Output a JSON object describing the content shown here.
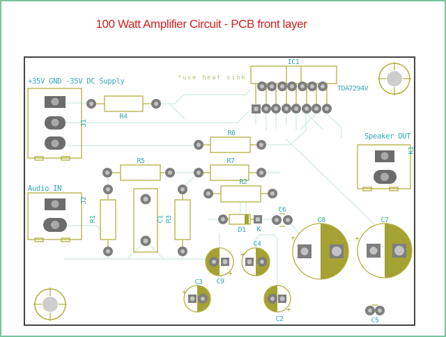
{
  "title": "100 Watt Amplifier Circuit - PCB front layer",
  "colors": {
    "frame_green": "#79c49b",
    "title_red": "#d32020",
    "silkscreen_olive": "#b2af3e",
    "capacitor_fill_olive": "#a4a233",
    "label_cyan": "#35a9b5",
    "note_green": "#b4c480",
    "trace_teal": "#d5ebe7",
    "board_border_gray": "#454545",
    "pad_gray": "#7e7e7e"
  },
  "labels": {
    "power": "+35V GND -35V DC Supply",
    "audio_in": "Audio IN",
    "speaker_out": "Speaker OUT",
    "heat_sink_note": "*use heat sink",
    "ic_ref": "IC1",
    "ic_part": "TDA7294V",
    "j1": "J1",
    "j2": "J2",
    "k1": "K1",
    "r1": "R1",
    "r2": "R2",
    "r3": "R3",
    "r4": "R4",
    "r5": "R5",
    "r6": "R6",
    "r7": "R7",
    "c1": "C1",
    "c2": "C2",
    "c3": "C3",
    "c4": "C4",
    "c5": "C5",
    "c6": "C6",
    "c7": "C7",
    "c8": "C8",
    "c9": "C9",
    "d1": "D1",
    "k": "K",
    "plus": "+"
  }
}
